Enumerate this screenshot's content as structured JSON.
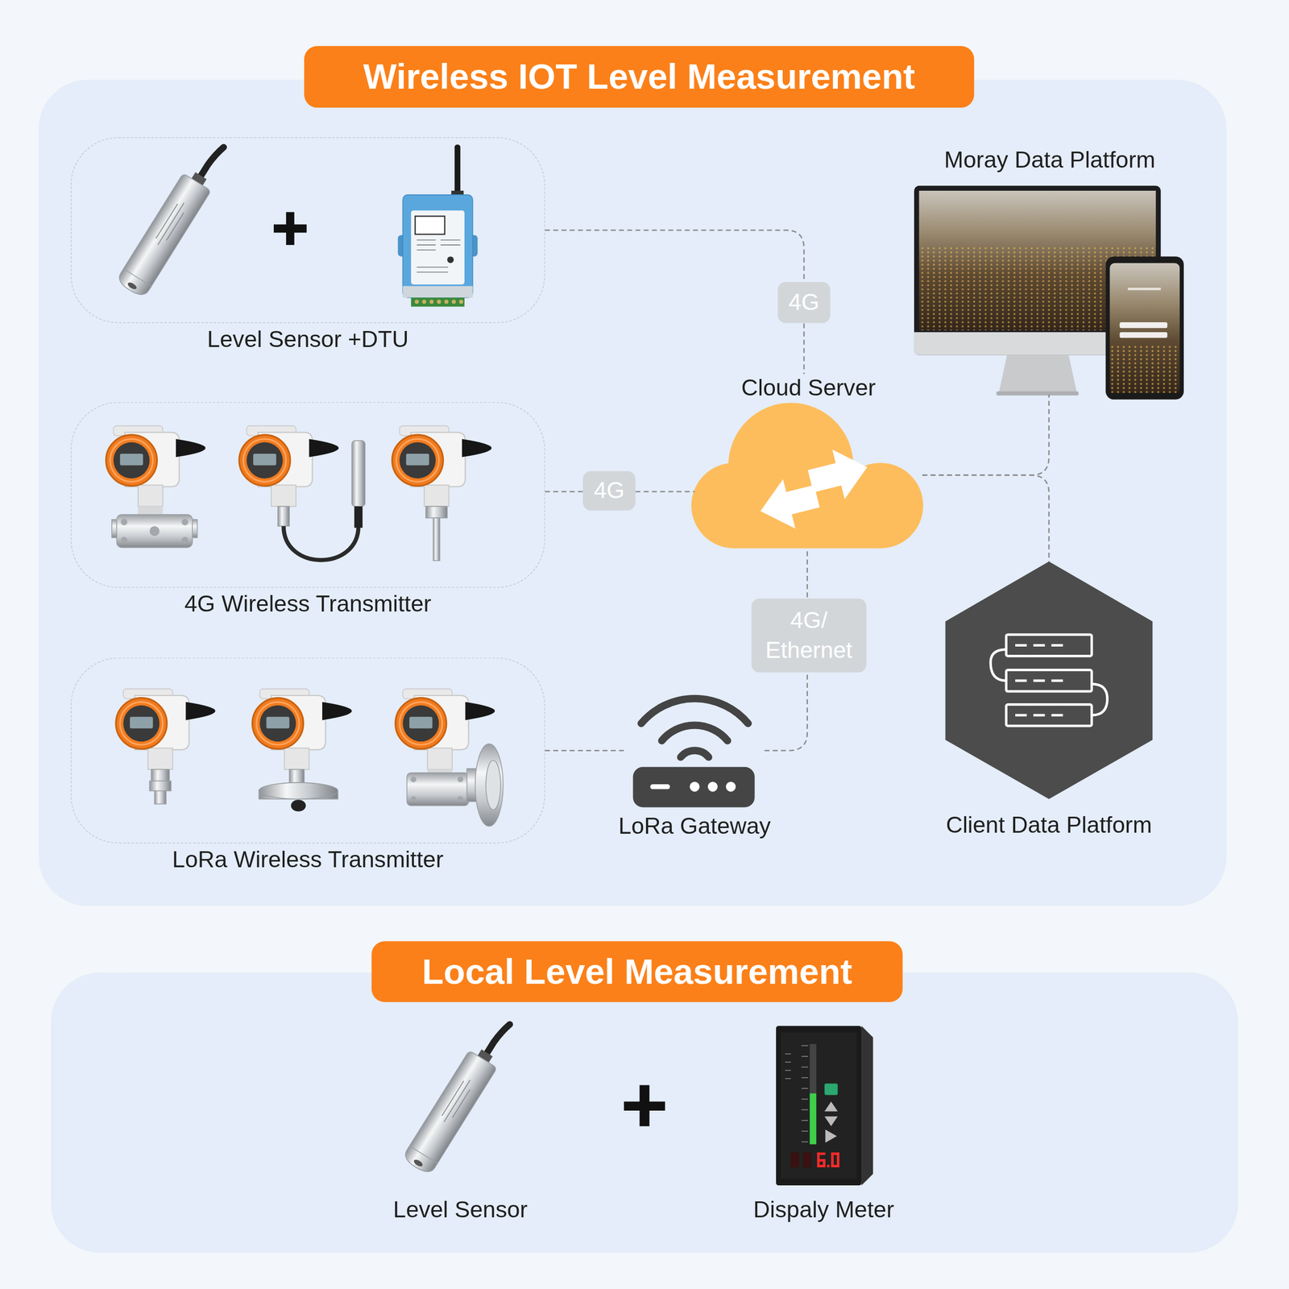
{
  "diagram": {
    "nodes": [
      {
        "text": [
          "Wireless IOT Level Measurement"
        ]
      },
      {
        "text": [
          "Level Sensor +DTU"
        ],
        "in": 0
      },
      {
        "text": [
          "Moray Data Platform"
        ],
        "in": 0
      },
      {
        "text": [
          "Cloud Server"
        ],
        "in": 0
      },
      {
        "text": [
          "4G Wireless Transmitter"
        ],
        "in": 0
      },
      {
        "text": [
          "LoRa Wireless Transmitter"
        ],
        "in": 0
      },
      {
        "text": [
          "LoRa Gateway"
        ],
        "in": 0
      },
      {
        "text": [
          "Client Data Platform"
        ],
        "in": 0
      },
      {
        "text": [
          "Local Level Measurement"
        ]
      }
    ],
    "edges": [
      {
        "from": 1,
        "to": 3,
        "label": "4G",
        "arrow": "none"
      },
      {
        "from": 4,
        "to": 3,
        "label": "4G",
        "arrow": "none"
      },
      {
        "from": 5,
        "to": 6,
        "arrow": "none"
      },
      {
        "from": 6,
        "to": 3,
        "label": "4G/ Ethernet",
        "arrow": "none"
      },
      {
        "from": 3,
        "to": 2,
        "arrow": "none"
      },
      {
        "from": 3,
        "to": 7,
        "arrow": "none"
      }
    ],
    "labels": [
      "Level Sensor",
      "Dispaly Meter"
    ]
  }
}
